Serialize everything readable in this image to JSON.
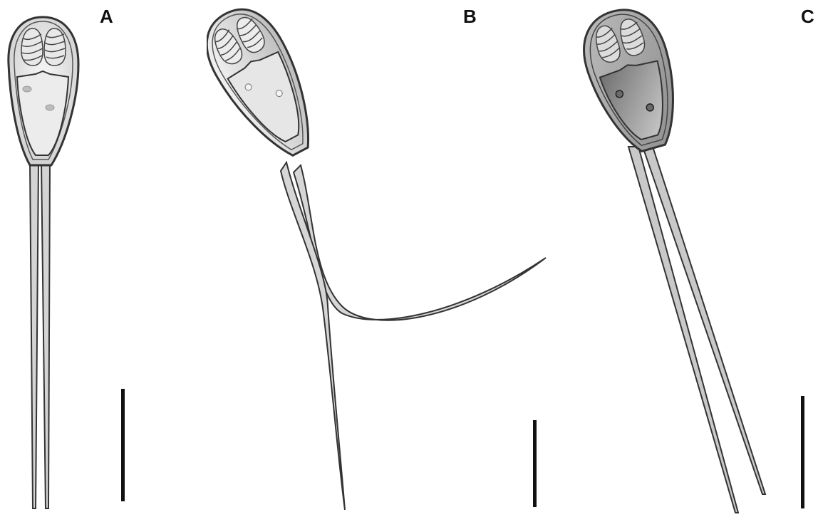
{
  "figure": {
    "panels": [
      {
        "label": "A"
      },
      {
        "label": "B"
      },
      {
        "label": "C"
      }
    ]
  },
  "colors": {
    "outline": "#3a3a3a",
    "panel_a_fill": "#e4e4e4",
    "panel_b_fill": "#d8d8d8",
    "panel_c_fill": "#a9a9a9",
    "scale_bar": "#111111"
  }
}
